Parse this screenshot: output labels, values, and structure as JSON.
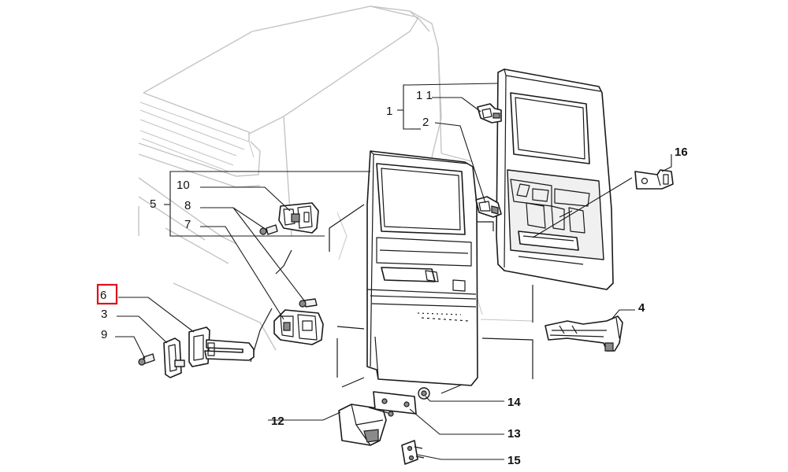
{
  "diagram": {
    "labels": {
      "l1": "1",
      "l2": "2",
      "l3": "3",
      "l4": "4",
      "l5": "5",
      "l6": "6",
      "l7": "7",
      "l8": "8",
      "l9": "9",
      "l10": "10",
      "l11": "1 1",
      "l12": "12",
      "l13": "13",
      "l14": "14",
      "l15": "15",
      "l16": "16"
    },
    "highlighted_label": "6",
    "highlight_color": "#e0101a",
    "line_color": "#1a1a1a",
    "ghost_color": "#c4c4c4"
  }
}
